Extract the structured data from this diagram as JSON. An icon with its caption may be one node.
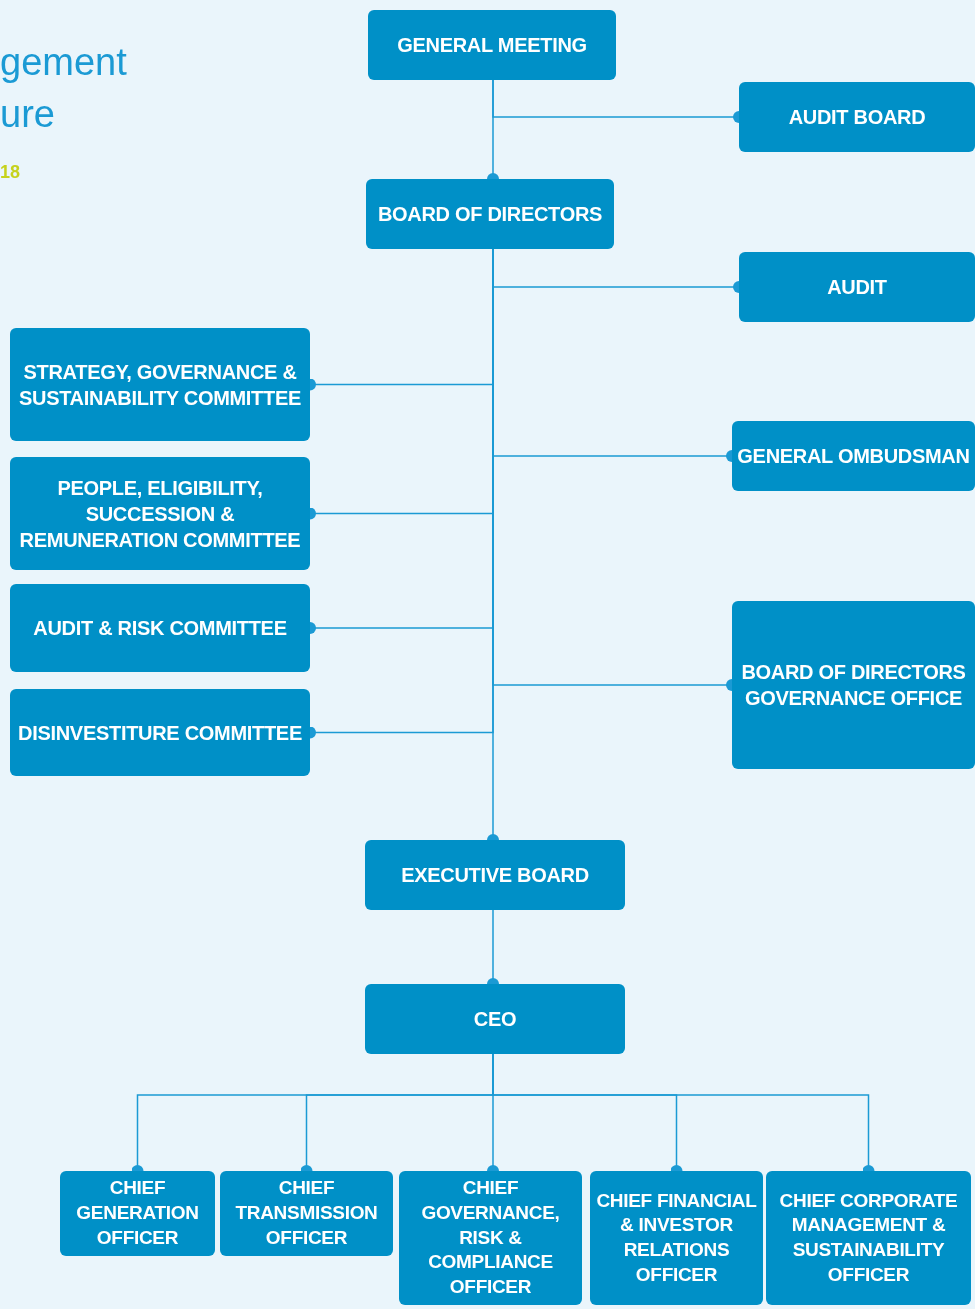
{
  "diagram": {
    "title": "gement ure",
    "nodes": [
      {
        "text": [
          "GENERAL MEETING"
        ]
      },
      {
        "text": [
          "AUDIT BOARD"
        ]
      },
      {
        "text": [
          "BOARD OF DIRECTORS"
        ]
      },
      {
        "text": [
          "AUDIT"
        ]
      },
      {
        "text": [
          "STRATEGY, GOVERNANCE & SUSTAINABILITY COMMITTEE"
        ]
      },
      {
        "text": [
          "GENERAL OMBUDSMAN"
        ]
      },
      {
        "text": [
          "PEOPLE, ELIGIBILITY, SUCCESSION & REMUNERATION COMMITTEE"
        ]
      },
      {
        "text": [
          "AUDIT & RISK COMMITTEE"
        ]
      },
      {
        "text": [
          "BOARD OF DIRECTORS GOVERNANCE OFFICE"
        ]
      },
      {
        "text": [
          "DISINVESTITURE COMMITTEE"
        ]
      },
      {
        "text": [
          "EXECUTIVE BOARD"
        ]
      },
      {
        "text": [
          "CEO"
        ]
      },
      {
        "text": [
          "CHIEF GENERATION OFFICER"
        ]
      },
      {
        "text": [
          "CHIEF TRANSMISSION OFFICER"
        ]
      },
      {
        "text": [
          "CHIEF GOVERNANCE, RISK & COMPLIANCE OFFICER"
        ]
      },
      {
        "text": [
          "CHIEF FINANCIAL & INVESTOR RELATIONS OFFICER"
        ]
      },
      {
        "text": [
          "CHIEF CORPORATE MANAGEMENT & SUSTAINABILITY OFFICER"
        ]
      }
    ],
    "edges": [
      {
        "from": 0,
        "to": 1,
        "arrow": "other"
      },
      {
        "from": 0,
        "to": 2,
        "arrow": "other"
      },
      {
        "from": 2,
        "to": 3,
        "arrow": "other"
      },
      {
        "from": 2,
        "to": 4,
        "arrow": "other"
      },
      {
        "from": 2,
        "to": 5,
        "arrow": "other"
      },
      {
        "from": 2,
        "to": 6,
        "arrow": "other"
      },
      {
        "from": 2,
        "to": 7,
        "arrow": "other"
      },
      {
        "from": 2,
        "to": 8,
        "arrow": "other"
      },
      {
        "from": 2,
        "to": 9,
        "arrow": "other"
      },
      {
        "from": 2,
        "to": 10,
        "arrow": "other"
      },
      {
        "from": 10,
        "to": 11,
        "arrow": "other"
      },
      {
        "from": 11,
        "to": 12,
        "arrow": "other"
      },
      {
        "from": 11,
        "to": 13,
        "arrow": "other"
      },
      {
        "from": 11,
        "to": 14,
        "arrow": "other"
      },
      {
        "from": 11,
        "to": 15,
        "arrow": "other"
      },
      {
        "from": 11,
        "to": 16,
        "arrow": "other"
      }
    ],
    "labels": [
      "18"
    ]
  }
}
